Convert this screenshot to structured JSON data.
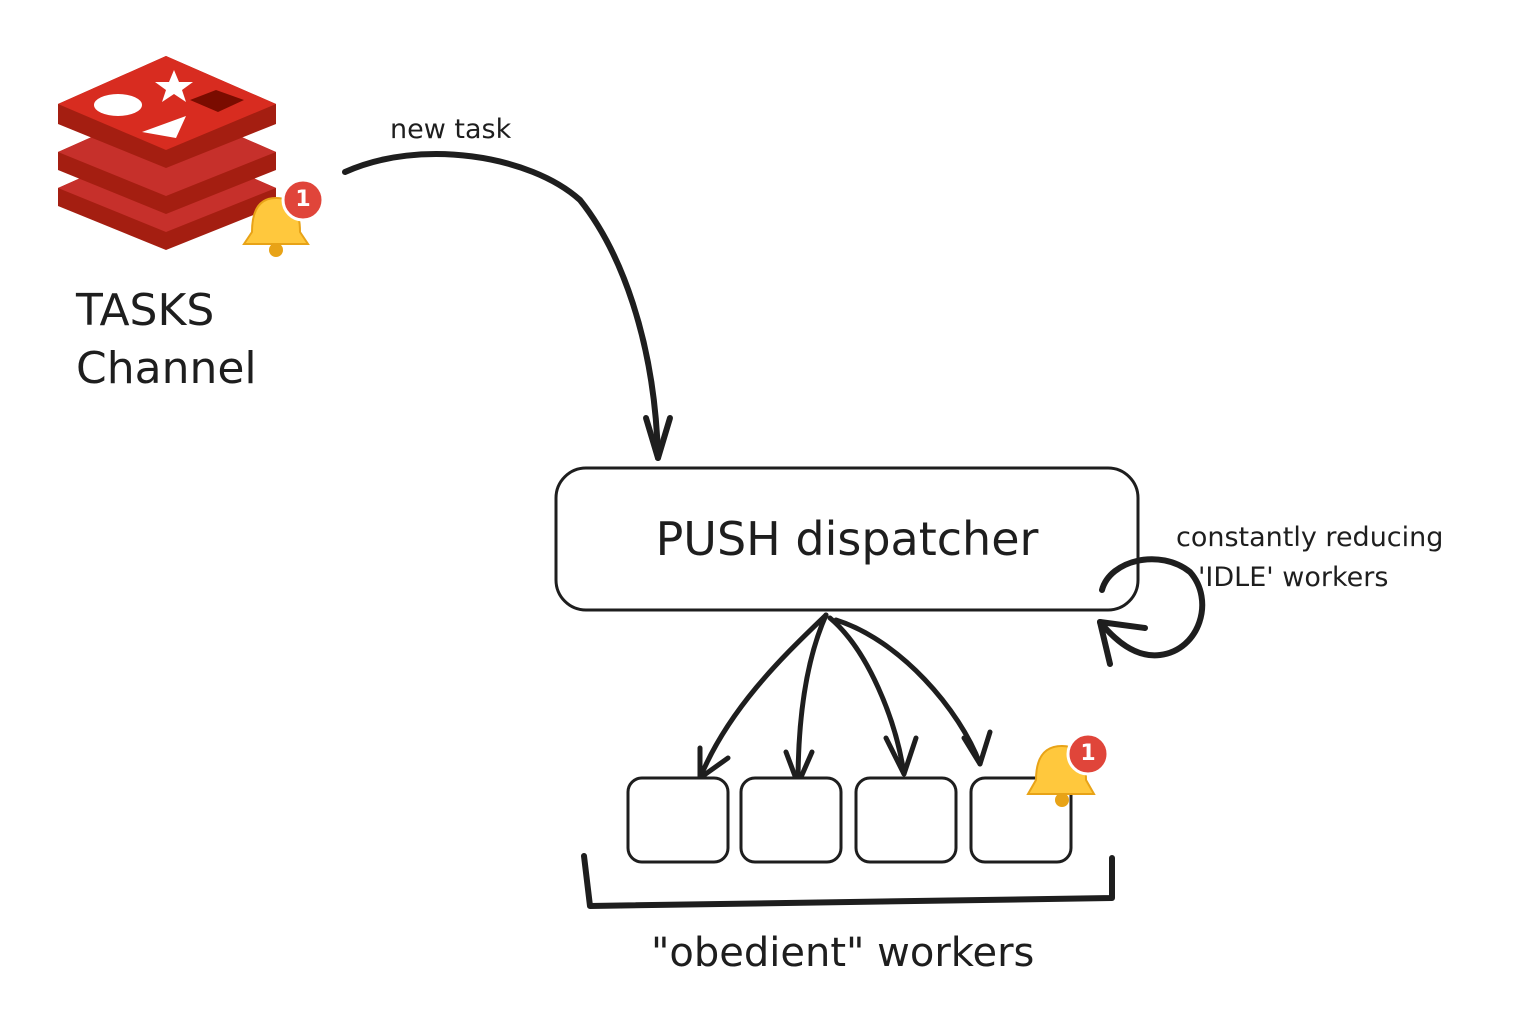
{
  "diagram": {
    "source": {
      "title_line1": "TASKS",
      "title_line2": "Channel",
      "icon": "redis-logo-icon",
      "notification": {
        "icon": "bell-icon",
        "count": "1"
      }
    },
    "edge_source_to_dispatcher": {
      "label": "new task"
    },
    "dispatcher": {
      "label": "PUSH dispatcher"
    },
    "self_loop": {
      "line1": "constantly reducing",
      "line2": "'IDLE' workers"
    },
    "workers": {
      "count": 4,
      "label": "\"obedient\" workers",
      "notification": {
        "icon": "bell-icon",
        "count": "1",
        "worker_index": 3
      }
    }
  },
  "colors": {
    "stroke": "#1e1e1e",
    "redis_red": "#c6302b",
    "redis_dark": "#a41e11",
    "bell": "#ffc83d",
    "bell_dark": "#e8a317",
    "badge": "#e0453a"
  }
}
